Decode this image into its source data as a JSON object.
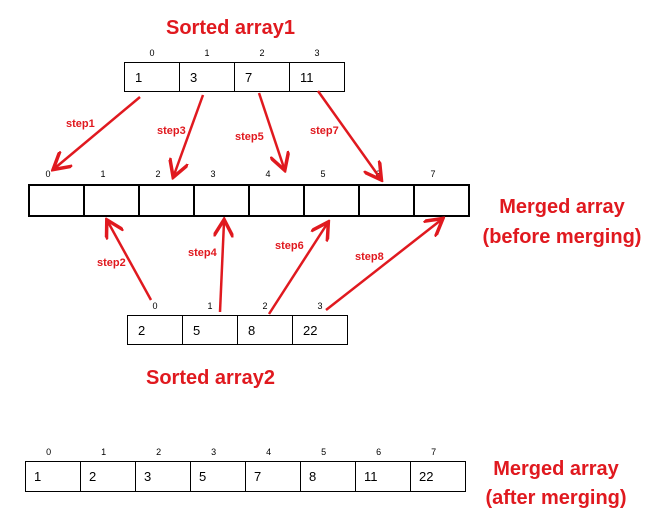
{
  "titles": {
    "sorted1": "Sorted array1",
    "sorted2": "Sorted array2",
    "merged_before": [
      "Merged array",
      "(before merging)"
    ],
    "merged_after": [
      "Merged array",
      "(after merging)"
    ]
  },
  "sorted_array1": {
    "indices": [
      "0",
      "1",
      "2",
      "3"
    ],
    "values": [
      "1",
      "3",
      "7",
      "11"
    ]
  },
  "sorted_array2": {
    "indices": [
      "0",
      "1",
      "2",
      "3"
    ],
    "values": [
      "2",
      "5",
      "8",
      "22"
    ]
  },
  "merged_before": {
    "indices": [
      "0",
      "1",
      "2",
      "3",
      "4",
      "5",
      "6",
      "7"
    ],
    "values": [
      "",
      "",
      "",
      "",
      "",
      "",
      "",
      ""
    ]
  },
  "merged_after": {
    "indices": [
      "0",
      "1",
      "2",
      "3",
      "4",
      "5",
      "6",
      "7"
    ],
    "values": [
      "1",
      "2",
      "3",
      "5",
      "7",
      "8",
      "11",
      "22"
    ]
  },
  "steps": [
    "step1",
    "step2",
    "step3",
    "step4",
    "step5",
    "step6",
    "step7",
    "step8"
  ],
  "colors": {
    "accent": "#e0191f",
    "border": "#000000"
  }
}
